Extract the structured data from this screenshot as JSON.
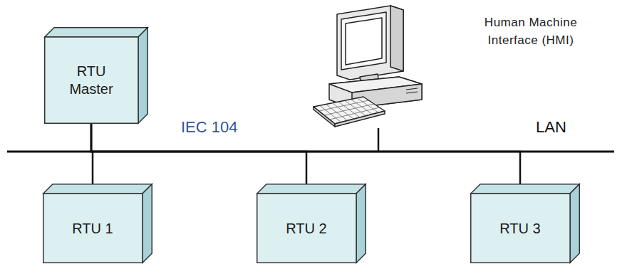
{
  "diagram": {
    "nodes": [
      {
        "text": [
          "RTU Master"
        ]
      },
      {
        "text": [
          "RTU 1"
        ]
      },
      {
        "text": [
          "RTU 2"
        ]
      },
      {
        "text": [
          "RTU 3"
        ]
      }
    ],
    "edges": [
      {
        "from": 0,
        "to": 1,
        "arrow": "none"
      },
      {
        "from": 0,
        "to": 2,
        "arrow": "none"
      },
      {
        "from": 0,
        "to": 3,
        "arrow": "none"
      }
    ],
    "labels": [
      "IEC 104",
      "LAN",
      "Human Machine Interface (HMI)"
    ]
  }
}
